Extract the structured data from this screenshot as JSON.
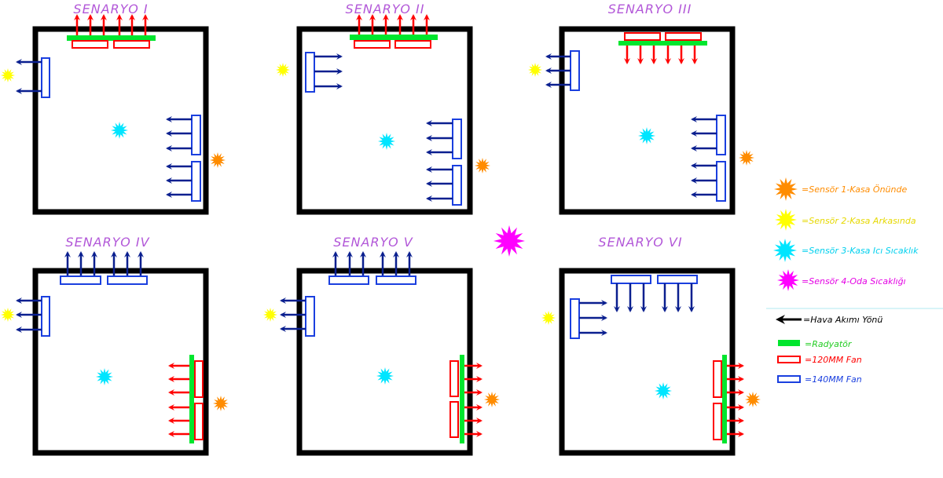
{
  "scenarios": [
    {
      "title": "SENARYO I"
    },
    {
      "title": "SENARYO II"
    },
    {
      "title": "SENARYO III"
    },
    {
      "title": "SENARYO IV"
    },
    {
      "title": "SENARYO V"
    },
    {
      "title": "SENARYO VI"
    }
  ],
  "legend": {
    "sensor1": "=Sensör 1-Kasa Önünde",
    "sensor2": "=Sensör 2-Kasa Arkasında",
    "sensor3": "=Sensör 3-Kasa Icı Sıcaklık",
    "sensor4": "=Sensör 4-Oda Sıcaklığı",
    "airflow": "=Hava Akımı Yönü",
    "radiator": "=Radyatör",
    "fan120": "=120MM Fan",
    "fan140": "=140MM Fan"
  },
  "colors": {
    "sensor1": "#ff8c00",
    "sensor2": "#ffff00",
    "sensor3": "#00e5ff",
    "sensor4": "#ff00ff",
    "radiator": "#00e62e",
    "fan120": "#ff0000",
    "fan140": "#1a3fdf",
    "arrow_red": "#ff0000",
    "arrow_blue": "#0a1f8f",
    "title": "#b257d8"
  }
}
